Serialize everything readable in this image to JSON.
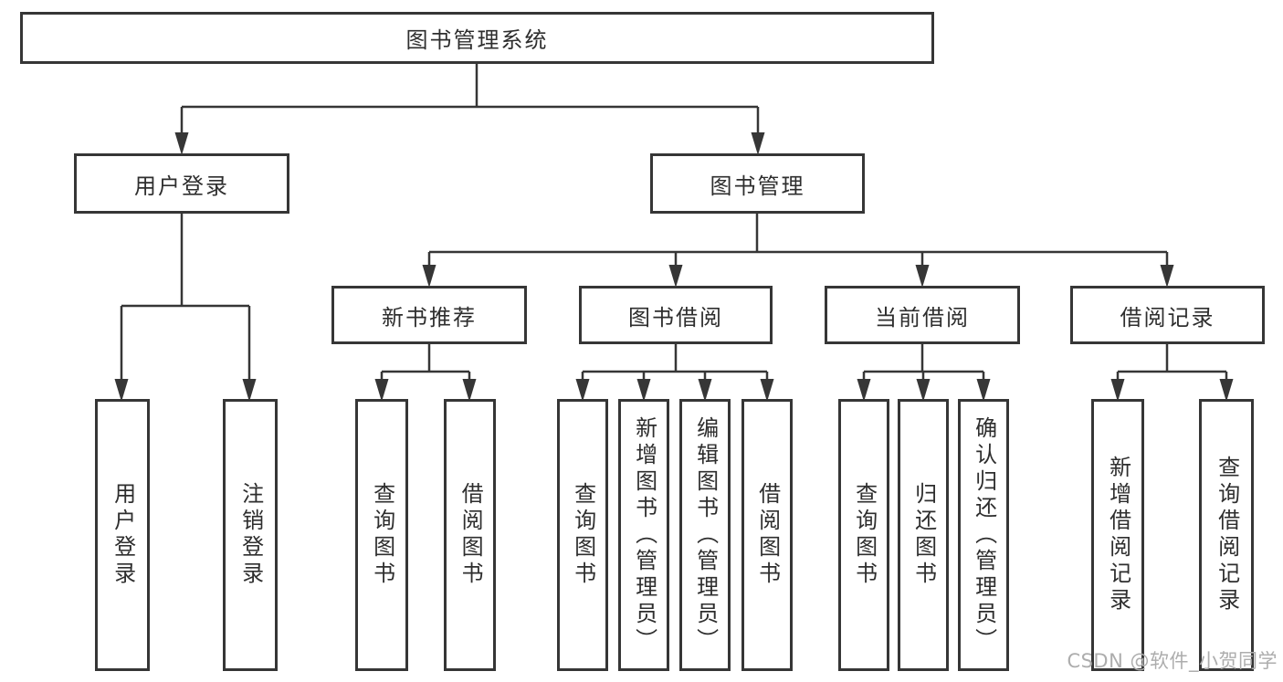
{
  "tree": {
    "root": {
      "label": "图书管理系统"
    },
    "branches": [
      {
        "label": "用户登录",
        "children": [
          {
            "label": "用户登录"
          },
          {
            "label": "注销登录"
          }
        ]
      },
      {
        "label": "图书管理",
        "groups": [
          {
            "label": "新书推荐",
            "children": [
              {
                "label": "查询图书"
              },
              {
                "label": "借阅图书"
              }
            ]
          },
          {
            "label": "图书借阅",
            "children": [
              {
                "label": "查询图书"
              },
              {
                "label": "新增图书（管理员）"
              },
              {
                "label": "编辑图书（管理员）"
              },
              {
                "label": "借阅图书"
              }
            ]
          },
          {
            "label": "当前借阅",
            "children": [
              {
                "label": "查询图书"
              },
              {
                "label": "归还图书"
              },
              {
                "label": "确认归还（管理员）"
              }
            ]
          },
          {
            "label": "借阅记录",
            "children": [
              {
                "label": "新增借阅记录"
              },
              {
                "label": "查询借阅记录"
              }
            ]
          }
        ]
      }
    ]
  },
  "watermark": "CSDN @软件_小贺同学",
  "colors": {
    "line": "#363636",
    "box_border": "#363636",
    "text": "#2e2e2e",
    "background": "#ffffff",
    "watermark": "#adadad"
  }
}
